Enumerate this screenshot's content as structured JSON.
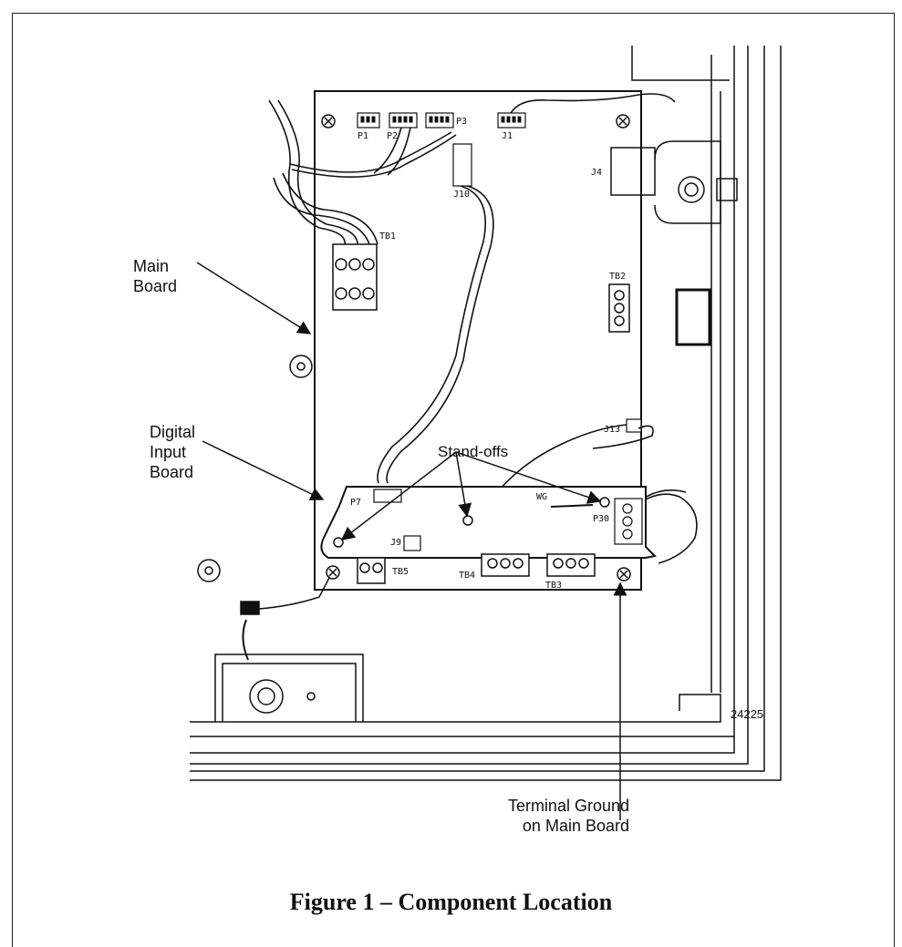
{
  "labels": {
    "main_board": "Main\nBoard",
    "digital_input_board": "Digital\nInput\nBoard",
    "stand_offs": "Stand-offs",
    "terminal_ground": "Terminal Ground\non Main Board",
    "figure_number": "24225"
  },
  "components": {
    "p1": "P1",
    "p2": "P2",
    "p3": "P3",
    "j1": "J1",
    "j4": "J4",
    "j10": "J10",
    "tb1": "TB1",
    "tb2": "TB2",
    "j13": "J13",
    "p7": "P7",
    "wg": "WG",
    "p30": "P30",
    "j9": "J9",
    "tb5": "TB5",
    "tb4": "TB4",
    "tb3": "TB3"
  },
  "caption": "Figure 1 – Component Location"
}
